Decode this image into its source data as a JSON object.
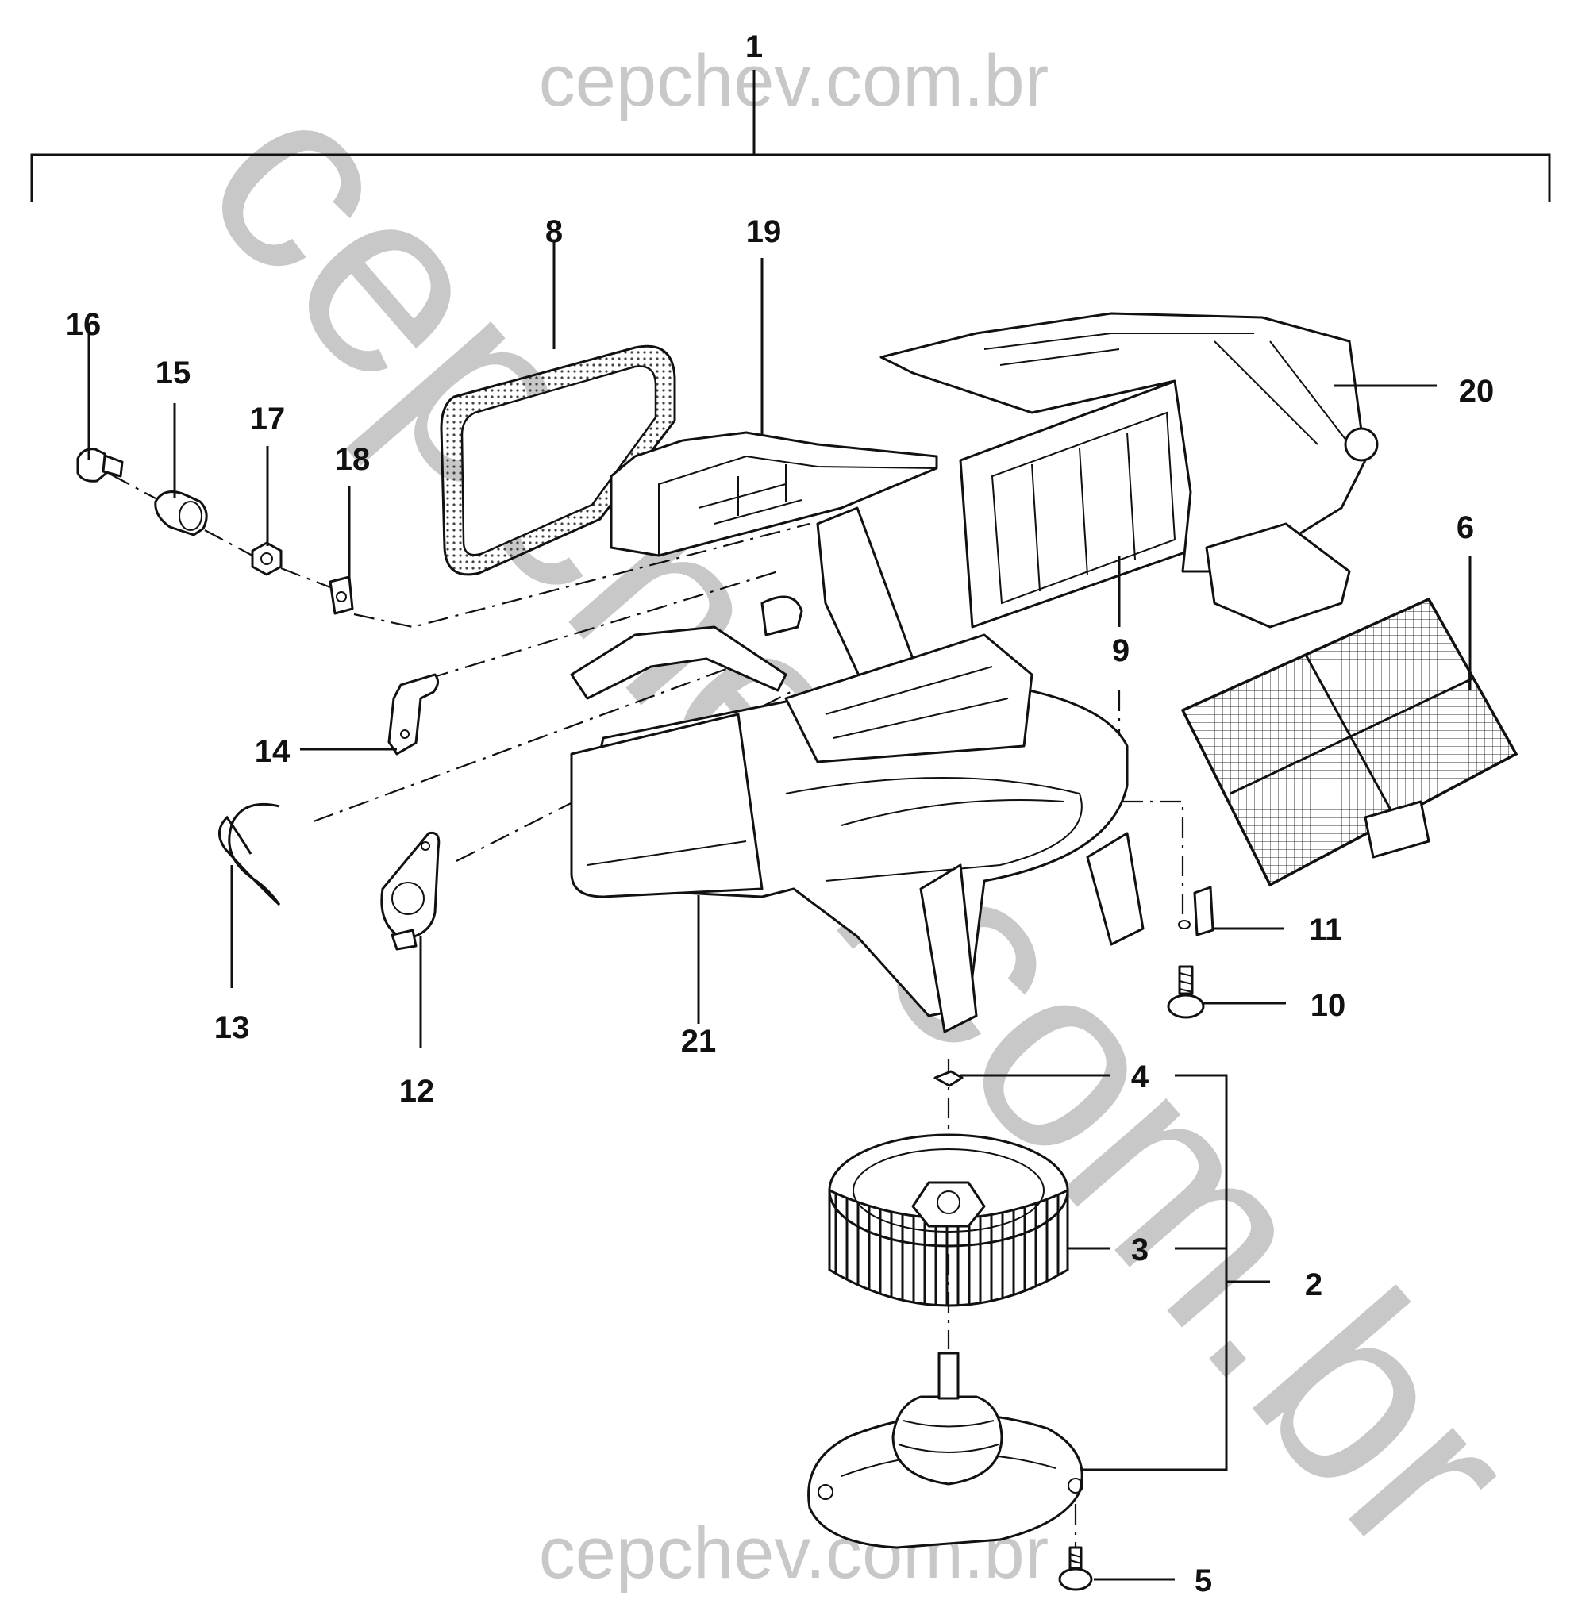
{
  "watermark": {
    "top": "cepchev.com.br",
    "diagonal": "cepchev.com.br",
    "bottom": "cepchev.com.br"
  },
  "callouts": {
    "c1": "1",
    "c2": "2",
    "c3": "3",
    "c4": "4",
    "c5": "5",
    "c6": "6",
    "c8": "8",
    "c9": "9",
    "c10": "10",
    "c11": "11",
    "c12": "12",
    "c13": "13",
    "c14": "14",
    "c15": "15",
    "c16": "16",
    "c17": "17",
    "c18": "18",
    "c19": "19",
    "c20": "20",
    "c21": "21"
  },
  "colors": {
    "line": "#111111",
    "watermark": "#c8c8c8",
    "background": "#ffffff"
  }
}
